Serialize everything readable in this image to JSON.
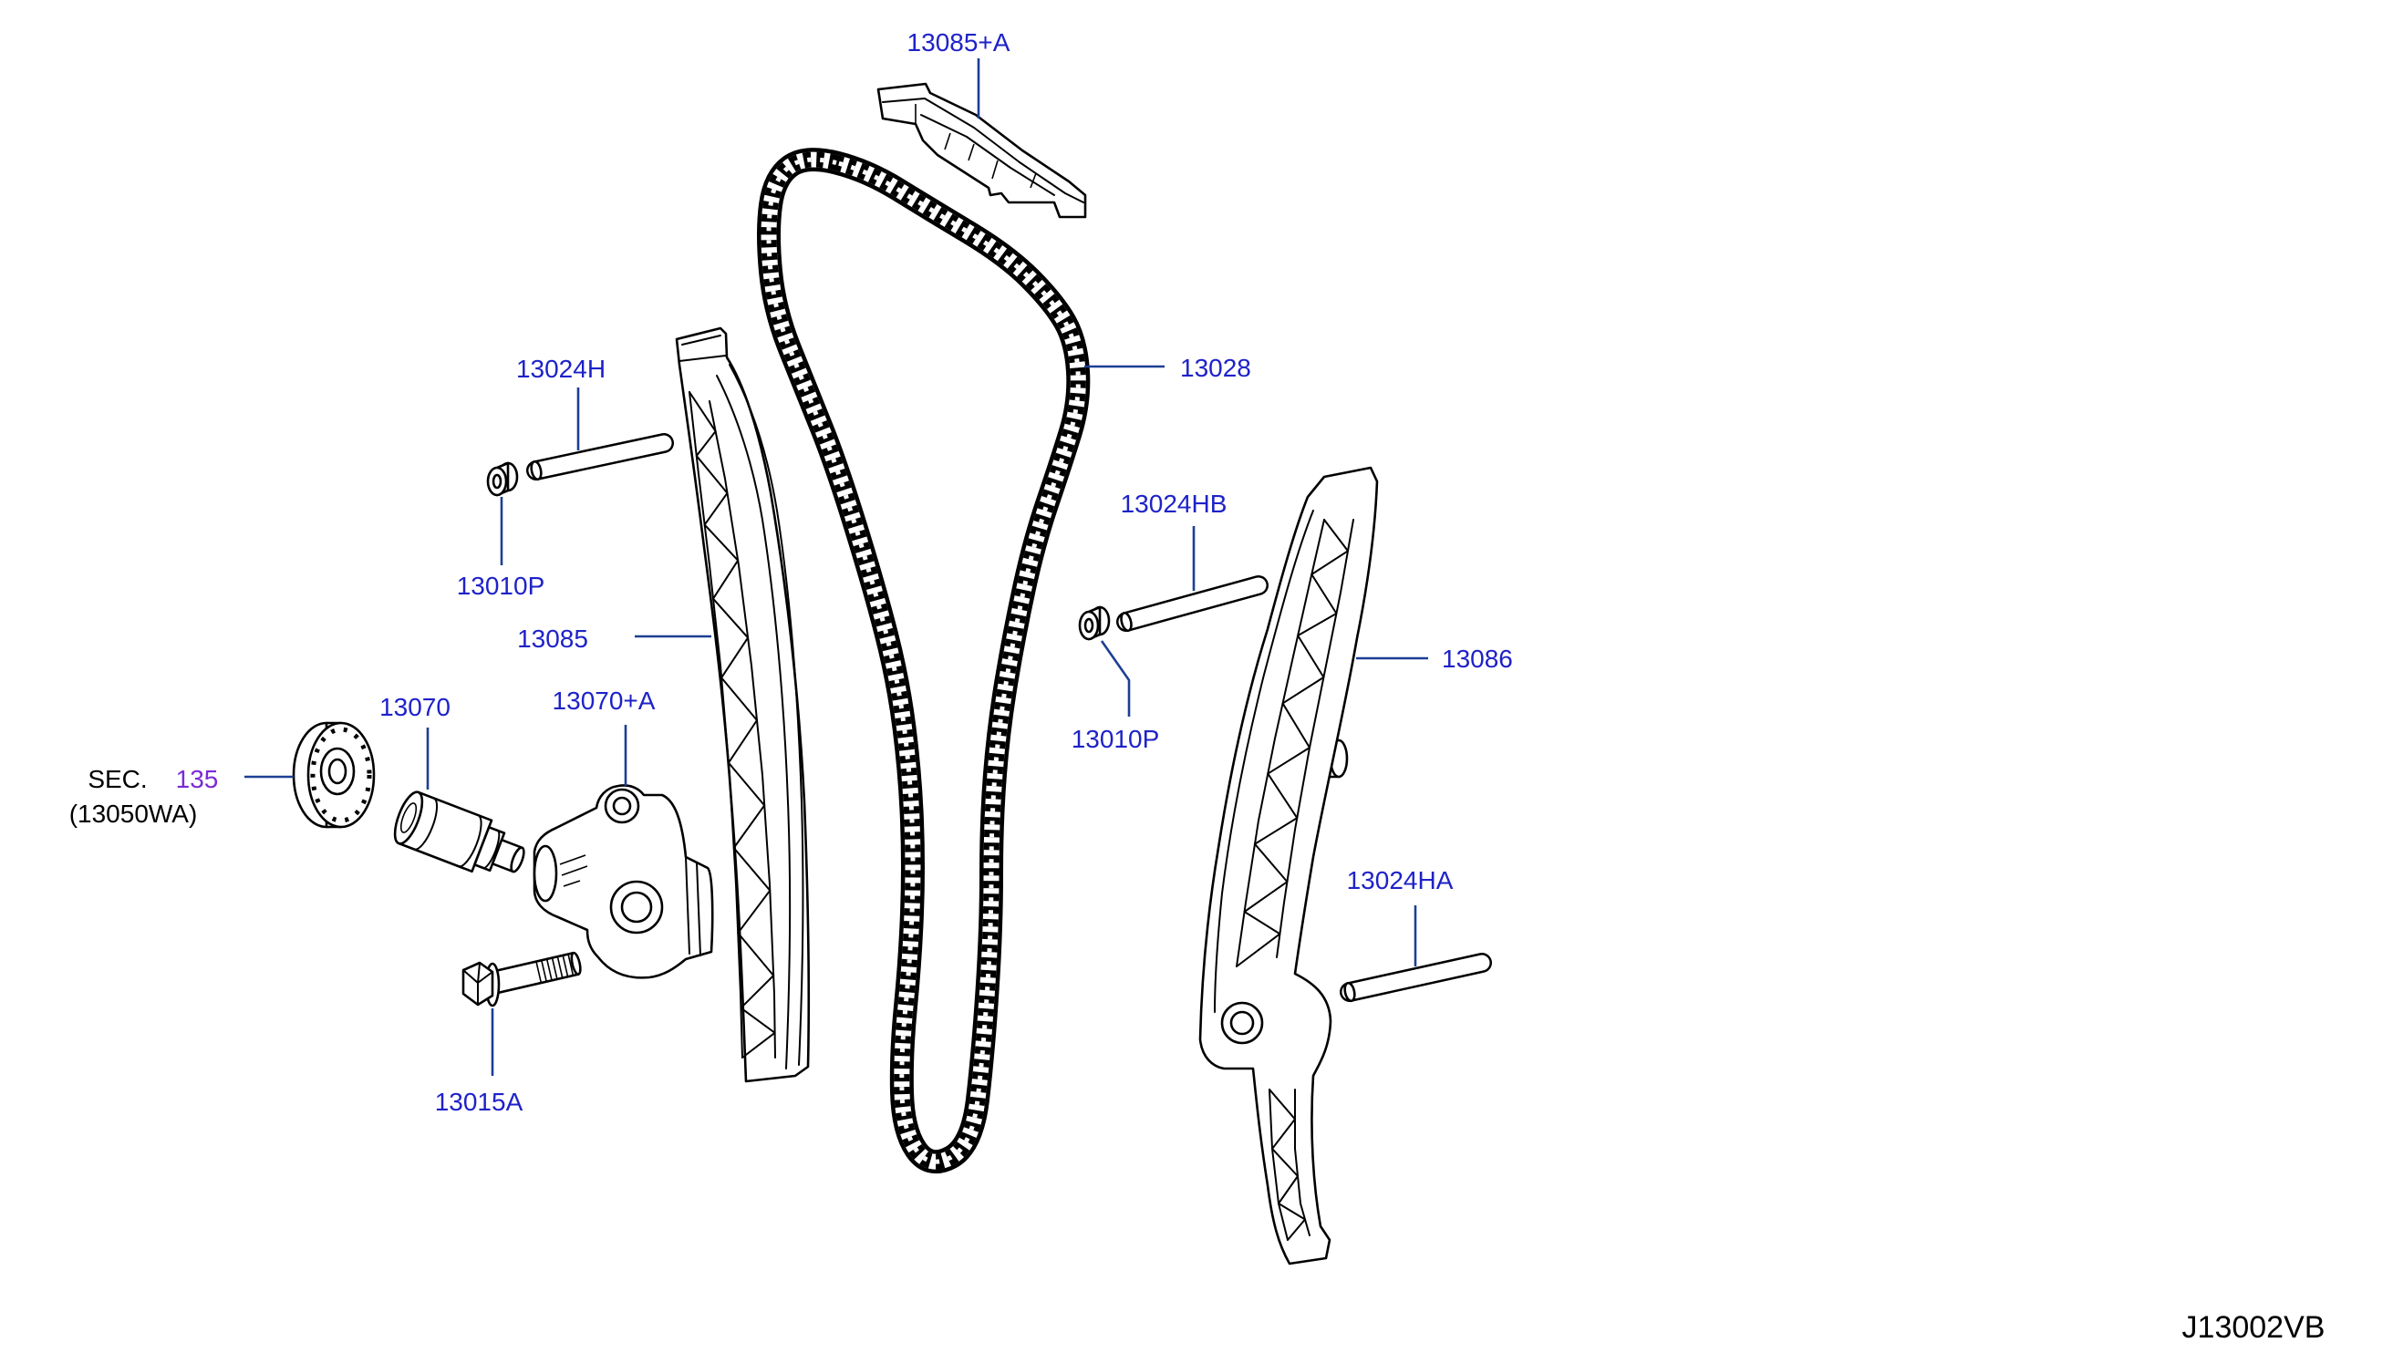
{
  "callouts": {
    "upper_chain_guide": "13085+A",
    "timing_chain": "13028",
    "upper_left_pin": "13024H",
    "left_bushing": "13010P",
    "left_chain_guide": "13085",
    "upper_right_pin": "13024HB",
    "right_bushing": "13010P",
    "tension_guide": "13086",
    "lower_right_pin": "13024HA",
    "tensioner": "13070",
    "tensioner_assembly": "13070+A",
    "tensioner_bolt": "13015A"
  },
  "section_reference": {
    "prefix": "SEC.",
    "number": "135",
    "code": "(13050WA)"
  },
  "diagram_code": "J13002VB",
  "colors": {
    "callout_text": "#1e22c8",
    "leader_line": "#1c3f94",
    "section_number": "#7b2ad6",
    "section_text": "#000000",
    "outline": "#000000"
  }
}
